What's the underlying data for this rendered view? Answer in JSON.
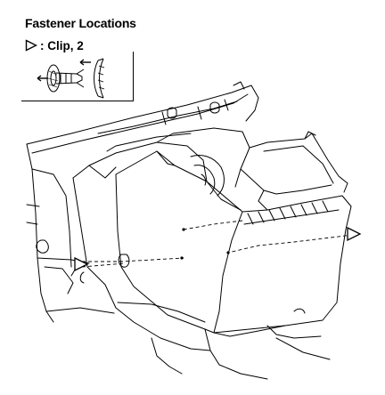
{
  "diagram": {
    "title": "Fastener Locations",
    "legend": {
      "symbol": "triangle-callout-icon",
      "label": ": Clip, 2"
    },
    "callouts": [
      {
        "name": "clip-callout-left",
        "fastener": "Clip"
      },
      {
        "name": "clip-callout-right",
        "fastener": "Clip"
      }
    ],
    "line_color": "#000000",
    "background_color": "#ffffff"
  }
}
